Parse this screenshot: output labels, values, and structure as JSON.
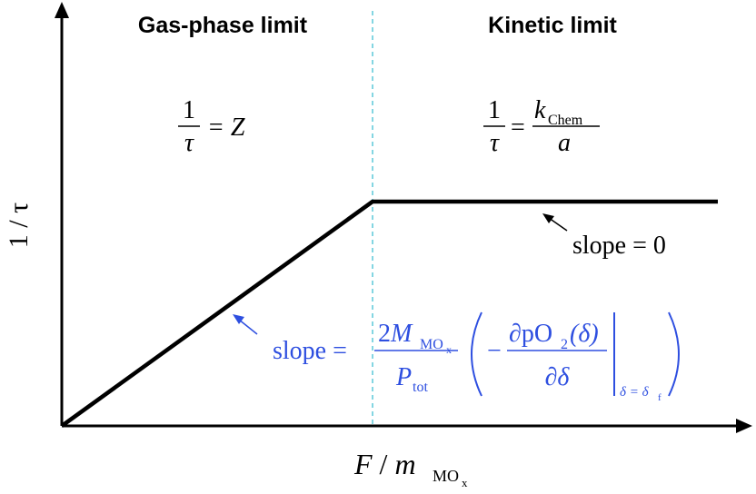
{
  "headers": {
    "left": "Gas-phase limit",
    "right": "Kinetic limit"
  },
  "axes": {
    "y_label": "1 / τ",
    "x_label_main": "F",
    "x_label_slash": "/",
    "x_label_var": "m",
    "x_label_sub": "MO",
    "x_label_subsub": "x"
  },
  "left_equation": {
    "numerator": "1",
    "denominator": "τ",
    "rhs": "= Z"
  },
  "right_equation": {
    "numerator": "1",
    "denominator": "τ",
    "equals": "=",
    "rhs_num_var": "k",
    "rhs_num_sub": "Chem",
    "rhs_den": "a"
  },
  "flat_annotation": {
    "text": "slope = 0"
  },
  "ramp_annotation": {
    "prefix": "slope =",
    "coef": "2",
    "var_M": "M",
    "sub_MO": "MO",
    "sub_x": "x",
    "var_P": "P",
    "sub_tot": "tot",
    "minus": "−",
    "partial_num": "∂pO",
    "o2_sub": "2",
    "delta_arg": "(δ)",
    "partial_den": "∂δ",
    "eval_at": "δ = δ",
    "eval_sub": "f"
  },
  "colors": {
    "line": "#000000",
    "divider": "#5BC8D8",
    "annotation": "#2E4FE0"
  }
}
